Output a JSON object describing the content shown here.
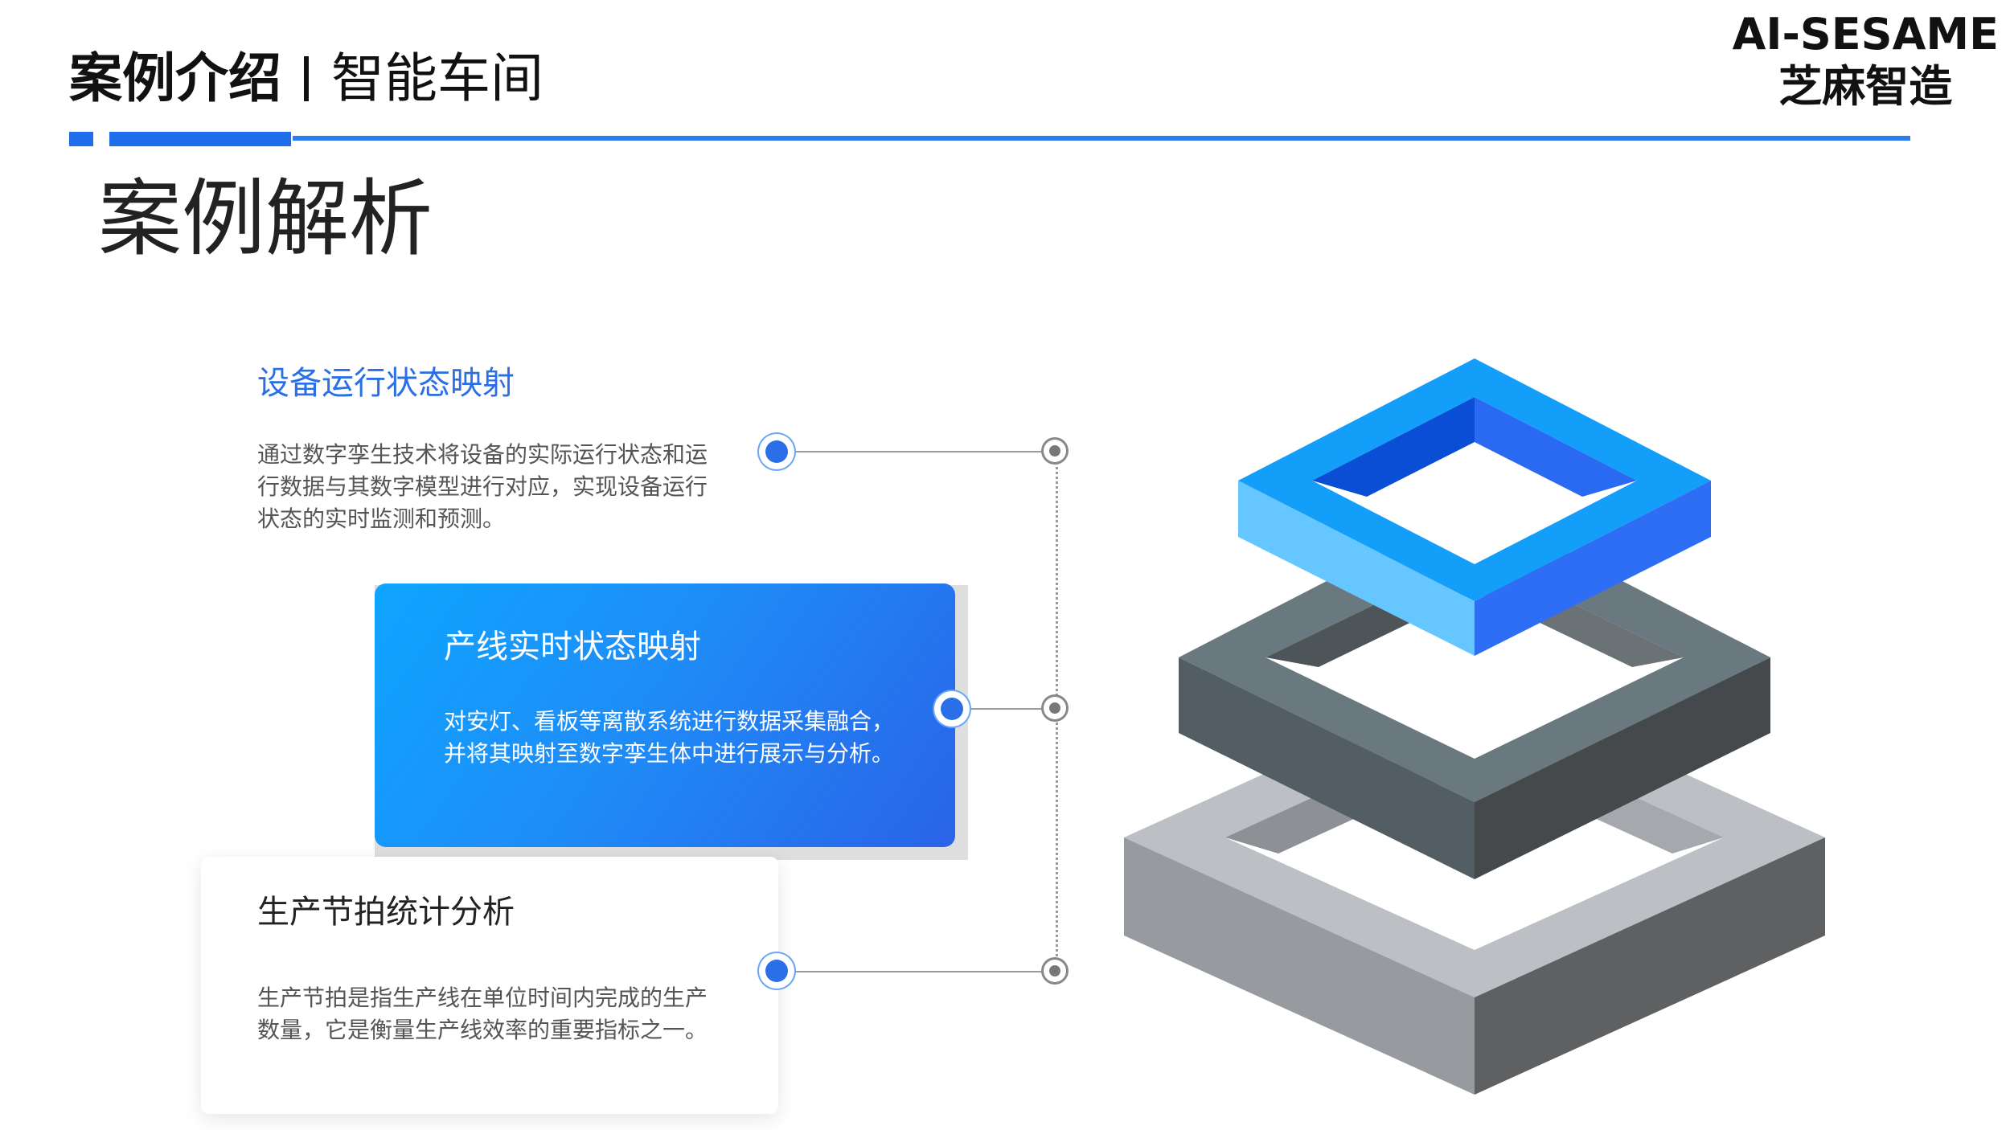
{
  "header": {
    "title_bold": "案例介绍",
    "title_light": "智能车间"
  },
  "brand": {
    "name_en": "AI-SESAME",
    "name_cn": "芝麻智造"
  },
  "section_title": "案例解析",
  "items": [
    {
      "title": "设备运行状态映射",
      "desc": "通过数字孪生技术将设备的实际运行状态和运行数据与其数字模型进行对应，实现设备运行状态的实时监测和预测。"
    },
    {
      "title": "产线实时状态映射",
      "desc": "对安灯、看板等离散系统进行数据采集融合，并将其映射至数字孪生体中进行展示与分析。"
    },
    {
      "title": "生产节拍统计分析",
      "desc": "生产节拍是指生产线在单位时间内完成的生产数量，它是衡量生产线效率的重要指标之一。"
    }
  ],
  "colors": {
    "accent": "#2a7ef0",
    "card_gradient_start": "#0ea5ff",
    "card_gradient_end": "#2a63e8"
  }
}
